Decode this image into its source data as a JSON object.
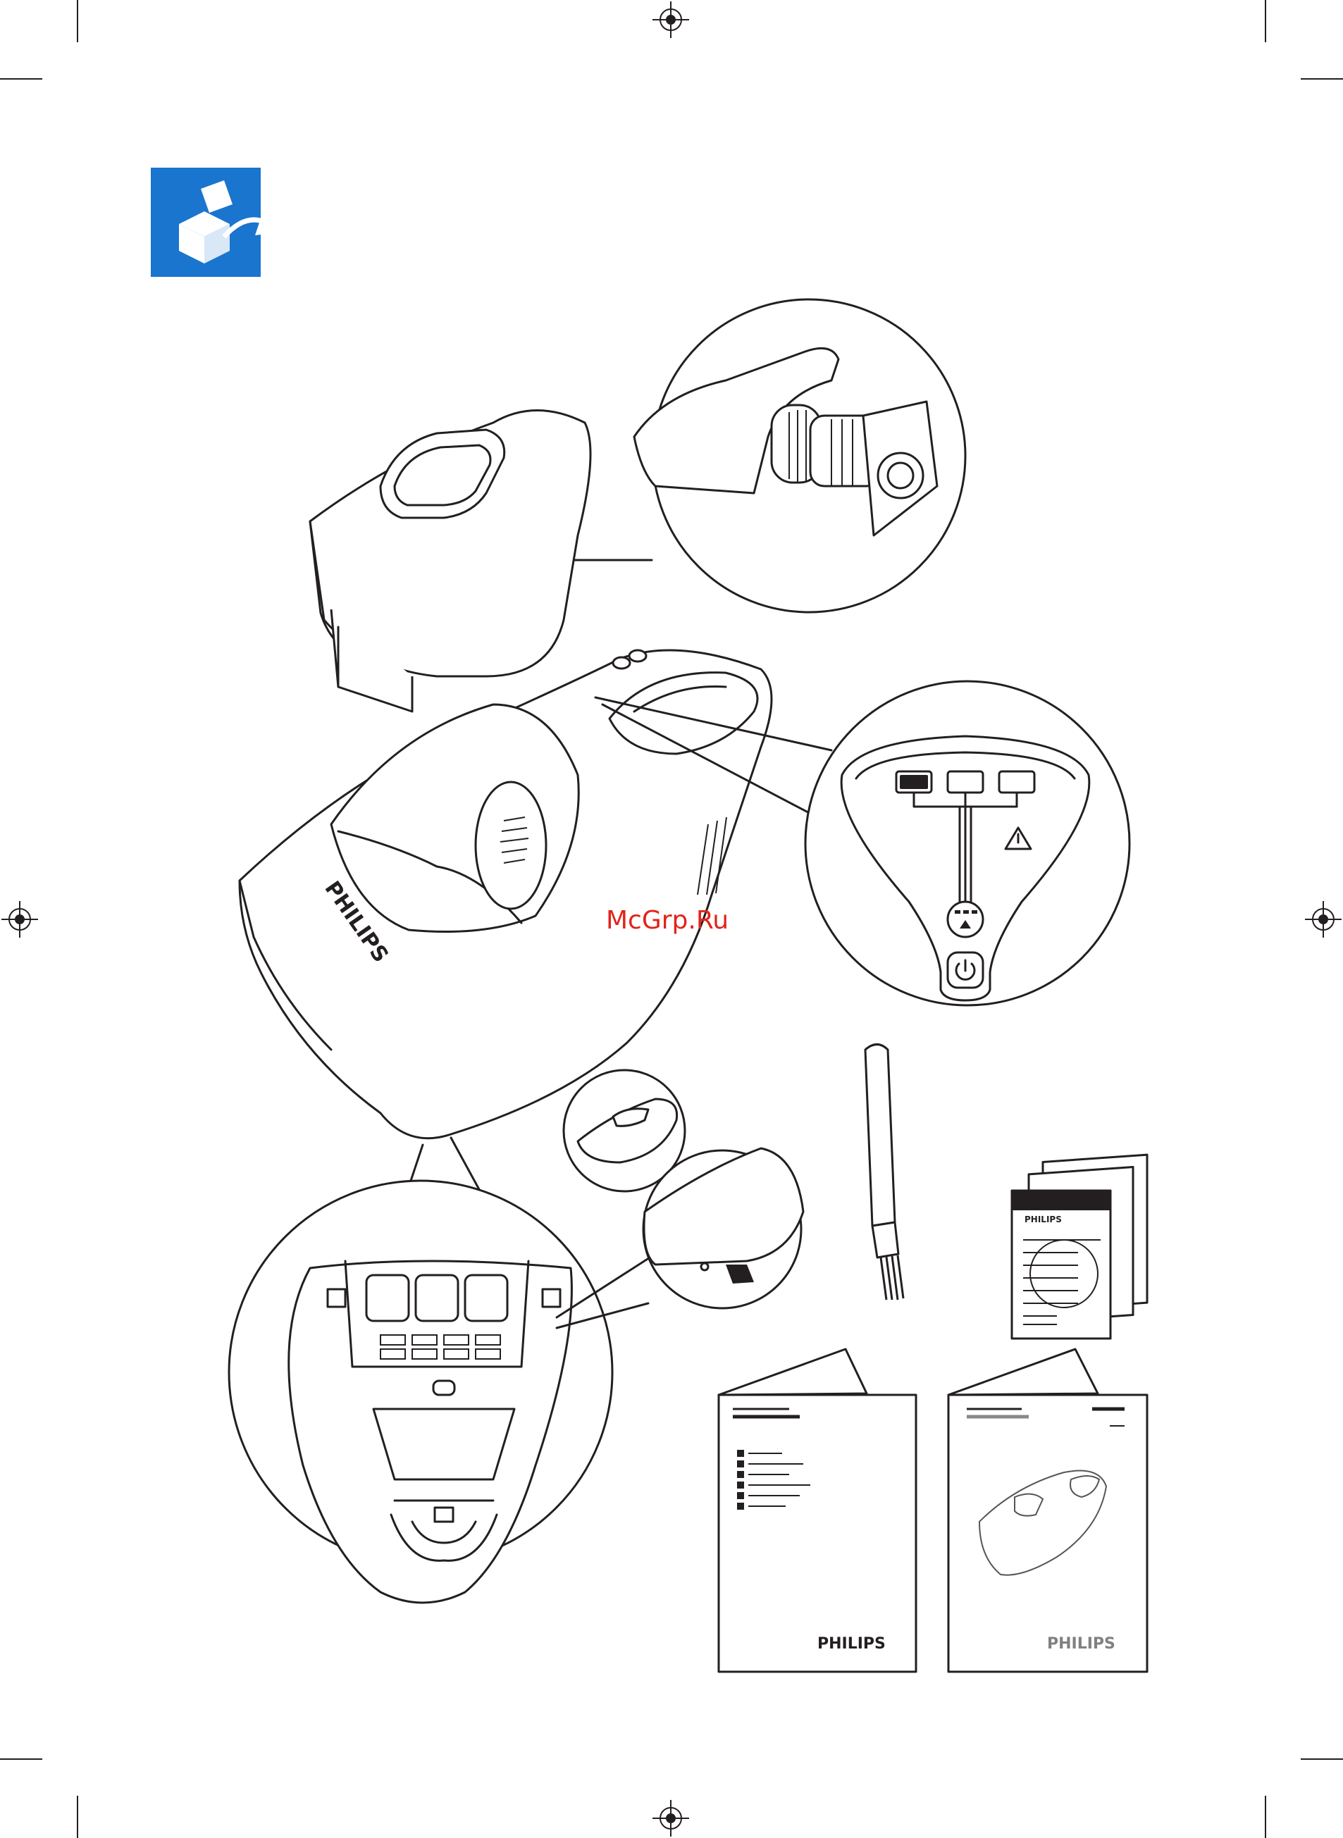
{
  "watermark": "McGrp.Ru",
  "brand": {
    "vacuum_logo": "PHILIPS",
    "manual_left_logo": "PHILIPS",
    "manual_right_logo": "PHILIPS",
    "leaflet_logo": "PHILIPS"
  },
  "icons": {
    "unpack_icon": "box-unpack-icon",
    "warning_icon": "warning-triangle-icon",
    "power_icon": "power-icon"
  },
  "colors": {
    "accent_blue": "#1a75cf",
    "line": "#231f20",
    "watermark": "#e2231a"
  }
}
